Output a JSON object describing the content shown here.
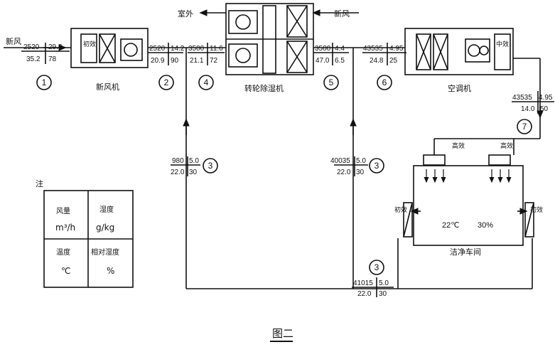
{
  "labels": {
    "fresh_air_in": "新风",
    "outdoor": "室外",
    "fresh_air_top": "新风",
    "unit_fresh": "新风机",
    "unit_dehum": "转轮除湿机",
    "unit_ahu": "空调机",
    "cleanroom": "洁净车间",
    "note": "注",
    "figure": "图二"
  },
  "filters": {
    "primary": "初效",
    "medium": "中效",
    "hepa": "高效",
    "left_primary": "初效",
    "right_primary": "初效"
  },
  "room": {
    "temp": "22℃",
    "rh": "30%"
  },
  "points": {
    "p1": "1",
    "p2": "2",
    "p3a": "3",
    "p3b": "3",
    "p3c": "3",
    "p4": "4",
    "p5": "5",
    "p6": "6",
    "p7": "7"
  },
  "states": {
    "s1": {
      "flow": "2520",
      "moist": "29.8",
      "temp": "35.2",
      "rh": "78"
    },
    "s2": {
      "flow": "2520",
      "moist": "14.2",
      "temp": "20.9",
      "rh": "90"
    },
    "s4": {
      "flow": "3500",
      "moist": "11.6",
      "temp": "21.1",
      "rh": "72"
    },
    "s5": {
      "flow": "3500",
      "moist": "4.4",
      "temp": "47.0",
      "rh": "6.5"
    },
    "s6": {
      "flow": "43535",
      "moist": "4.95",
      "temp": "24.8",
      "rh": "25"
    },
    "s7": {
      "flow": "43535",
      "moist": "4.95",
      "temp": "14.0",
      "rh": "50"
    },
    "s3a": {
      "flow": "980",
      "moist": "5.0",
      "temp": "22.0",
      "rh": "30"
    },
    "s3b": {
      "flow": "40035",
      "moist": "5.0",
      "temp": "22.0",
      "rh": "30"
    },
    "s3c": {
      "flow": "41015",
      "moist": "5.0",
      "temp": "22.0",
      "rh": "30"
    }
  },
  "legend": {
    "flow_label": "风量",
    "flow_unit": "m³/h",
    "moist_label": "湿度",
    "moist_unit": "g/kg",
    "temp_label": "温度",
    "temp_unit": "℃",
    "rh_label": "相对湿度",
    "rh_unit": "%"
  }
}
